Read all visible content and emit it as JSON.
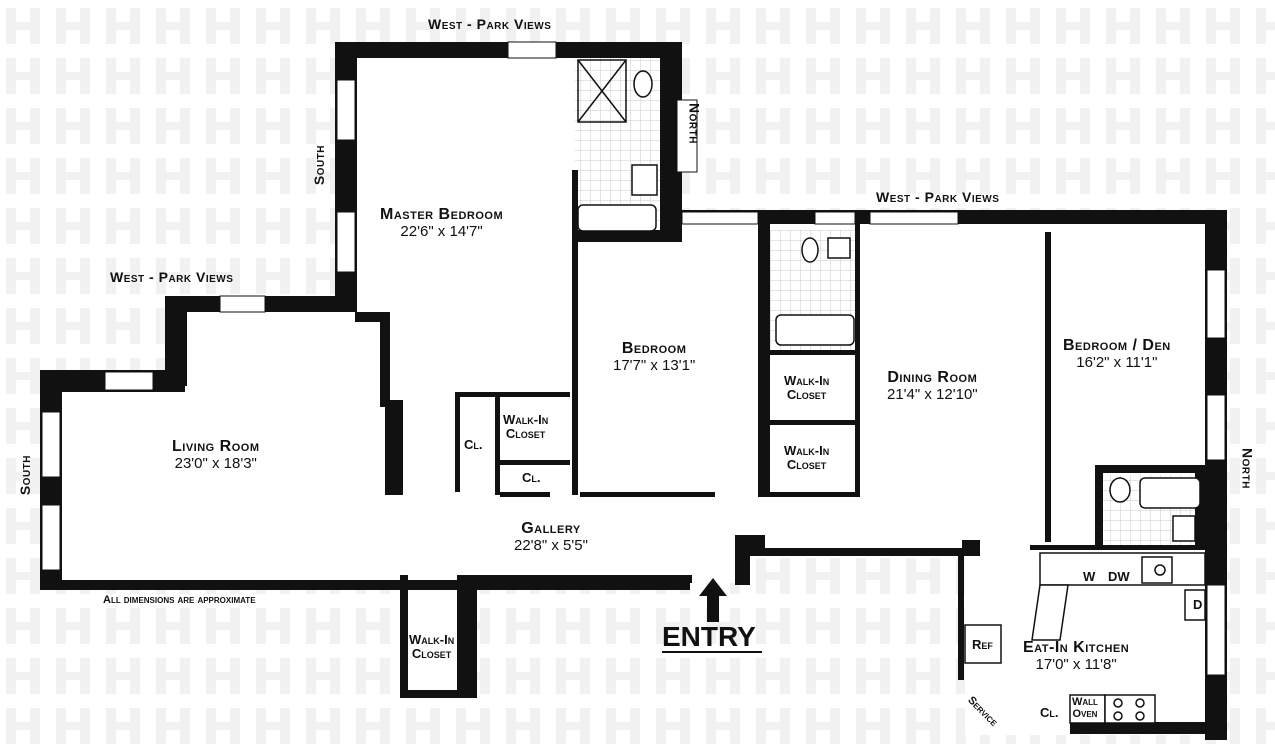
{
  "colors": {
    "wall": "#111111",
    "window": "#ffffff",
    "tile": "#d8d8d8",
    "watermark": "#f1f1f1"
  },
  "orientation": {
    "west_top": "West - Park Views",
    "west_mid": "West - Park Views",
    "west_left": "West - Park Views",
    "south_upper": "South",
    "south_lower": "South",
    "north_upper": "North",
    "north_lower": "North"
  },
  "rooms": {
    "master_bedroom": {
      "name": "Master Bedroom",
      "dims": "22'6\"  x  14'7\""
    },
    "bedroom": {
      "name": "Bedroom",
      "dims": "17'7\"  x  13'1\""
    },
    "living_room": {
      "name": "Living Room",
      "dims": "23'0\"  x  18'3\""
    },
    "dining_room": {
      "name": "Dining Room",
      "dims": "21'4\"  x  12'10\""
    },
    "bedroom_den": {
      "name": "Bedroom / Den",
      "dims": "16'2\"  x  11'1\""
    },
    "gallery": {
      "name": "Gallery",
      "dims": "22'8\"  x  5'5\""
    },
    "kitchen": {
      "name": "Eat-In Kitchen",
      "dims": "17'0\"  x  11'8\""
    }
  },
  "closets": {
    "walk_in_1": [
      "Walk-In",
      "Closet"
    ],
    "walk_in_2": [
      "Walk-In",
      "Closet"
    ],
    "walk_in_3": [
      "Walk-In",
      "Closet"
    ],
    "walk_in_4": [
      "Walk-In",
      "Closet"
    ],
    "cl_1": "Cl.",
    "cl_2": "Cl.",
    "cl_3": "Cl."
  },
  "appliances": {
    "w": "W",
    "dw": "DW",
    "d": "D",
    "ref": "Ref",
    "wall": "Wall",
    "oven": "Oven"
  },
  "entry": "ENTRY",
  "service": "Service",
  "note": "All dimensions are approximate"
}
